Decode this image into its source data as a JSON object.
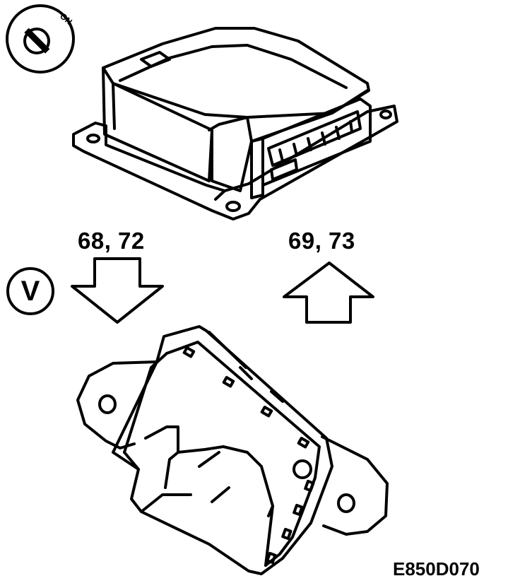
{
  "labels": {
    "ignition_on": "ON",
    "arrow_down_refs": "68, 72",
    "arrow_up_refs": "69, 73",
    "voltage_symbol": "V",
    "figure_id": "E850D070"
  },
  "icons": {
    "ignition": "ignition-key-on-icon",
    "voltmeter": "voltmeter-icon",
    "arrow_down": "arrow-down-icon",
    "arrow_up": "arrow-up-icon"
  },
  "colors": {
    "line": "#000000",
    "background": "#ffffff"
  }
}
